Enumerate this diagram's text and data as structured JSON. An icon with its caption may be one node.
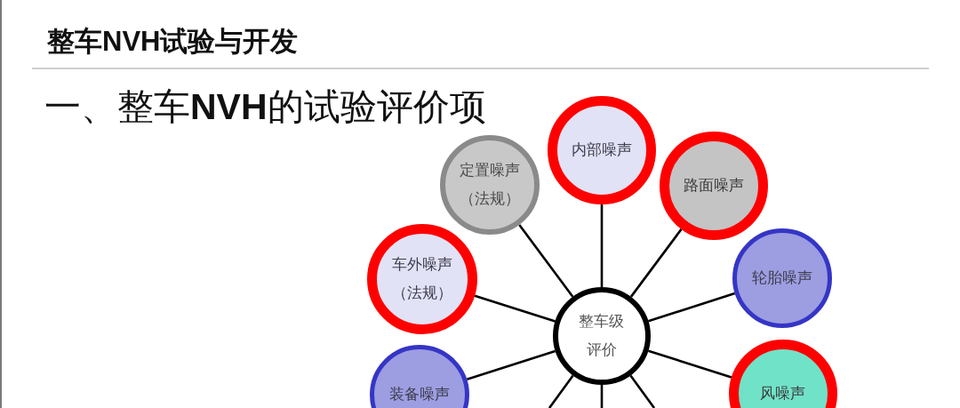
{
  "diagram": {
    "title": "整车NVH试验与开发",
    "nodes": [
      {
        "text": [
          "内部噪声"
        ]
      },
      {
        "text": [
          "定置噪声（法规）"
        ]
      },
      {
        "text": [
          "路面噪声"
        ]
      },
      {
        "text": [
          "车外噪声（法规）"
        ]
      },
      {
        "text": [
          "轮胎噪声"
        ]
      },
      {
        "text": [
          "整车级评价"
        ]
      },
      {
        "text": [
          "装备噪声"
        ]
      },
      {
        "text": [
          "风噪声"
        ]
      }
    ],
    "edges": [
      {
        "from": 5,
        "to": 0,
        "arrow": "none"
      },
      {
        "from": 5,
        "to": 1,
        "arrow": "none"
      },
      {
        "from": 5,
        "to": 2,
        "arrow": "none"
      },
      {
        "from": 5,
        "to": 3,
        "arrow": "none"
      },
      {
        "from": 5,
        "to": 4,
        "arrow": "none"
      },
      {
        "from": 5,
        "to": 6,
        "arrow": "none"
      },
      {
        "from": 5,
        "to": 7,
        "arrow": "none"
      },
      {
        "from": 5,
        "to": null,
        "arrow": "none"
      },
      {
        "from": 5,
        "to": null,
        "arrow": "none"
      },
      {
        "from": 5,
        "to": null,
        "arrow": "none"
      }
    ],
    "labels": [
      "一、整车**NVH**的试验评价项"
    ]
  }
}
